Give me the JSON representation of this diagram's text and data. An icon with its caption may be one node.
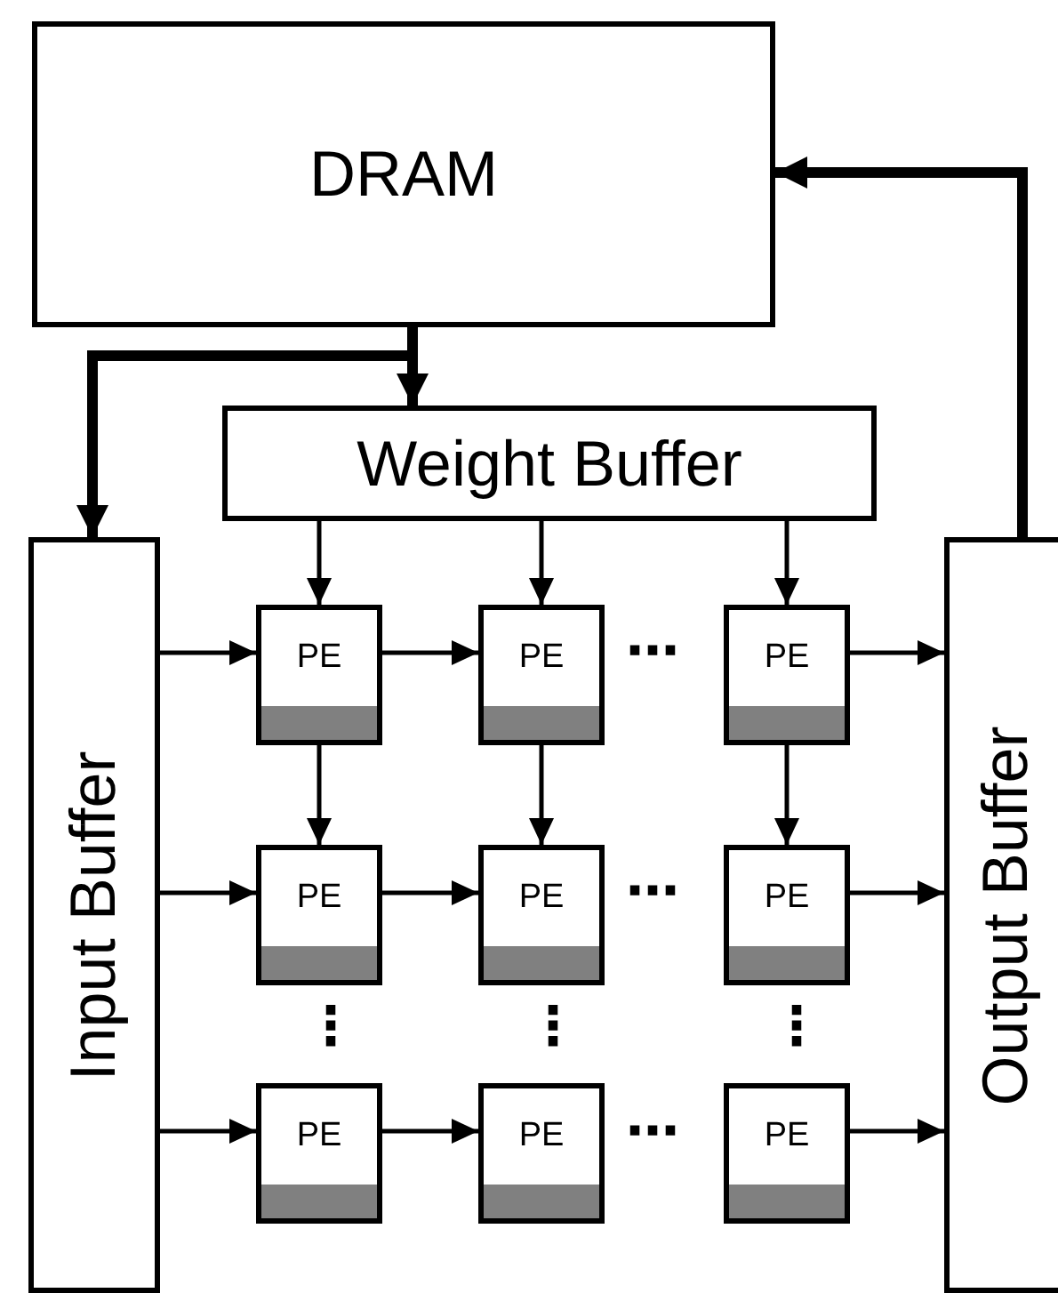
{
  "diagram": {
    "nodes": [
      {
        "text": [
          "DRAM"
        ]
      },
      {
        "text": [
          "Weight Buffer"
        ]
      },
      {
        "text": [
          "Input Buffer"
        ]
      },
      {
        "text": [
          "PE"
        ]
      },
      {
        "text": [
          "PE"
        ]
      },
      {
        "text": [
          "PE"
        ]
      },
      {
        "text": [
          "PE"
        ]
      },
      {
        "text": [
          "PE"
        ]
      },
      {
        "text": [
          "PE"
        ]
      },
      {
        "text": [
          "PE"
        ]
      },
      {
        "text": [
          "PE"
        ]
      },
      {
        "text": [
          "PE"
        ]
      },
      {
        "text": [
          "Output Buffer"
        ]
      }
    ],
    "edges": [
      {
        "from": 0,
        "to": 1,
        "arrow": "to",
        "style": "thick"
      },
      {
        "from": 0,
        "to": 2,
        "arrow": "to",
        "style": "thick"
      },
      {
        "from": 12,
        "to": 0,
        "arrow": "to",
        "style": "thick"
      },
      {
        "from": 1,
        "to": 3,
        "arrow": "to"
      },
      {
        "from": 1,
        "to": 4,
        "arrow": "to"
      },
      {
        "from": 1,
        "to": 5,
        "arrow": "to"
      },
      {
        "from": 2,
        "to": 3,
        "arrow": "to"
      },
      {
        "from": 3,
        "to": 4,
        "arrow": "to"
      },
      {
        "from": 5,
        "to": 12,
        "arrow": "to"
      },
      {
        "from": 3,
        "to": 6,
        "arrow": "to"
      },
      {
        "from": 4,
        "to": 7,
        "arrow": "to"
      },
      {
        "from": 5,
        "to": 8,
        "arrow": "to"
      },
      {
        "from": 2,
        "to": 6,
        "arrow": "to"
      },
      {
        "from": 6,
        "to": 7,
        "arrow": "to"
      },
      {
        "from": 8,
        "to": 12,
        "arrow": "to"
      },
      {
        "from": 2,
        "to": 9,
        "arrow": "to"
      },
      {
        "from": 9,
        "to": 10,
        "arrow": "to"
      },
      {
        "from": 11,
        "to": 12,
        "arrow": "to"
      }
    ],
    "labels": [
      "⋯",
      "⋯",
      "⋮",
      "⋮",
      "⋮",
      "⋯"
    ]
  }
}
